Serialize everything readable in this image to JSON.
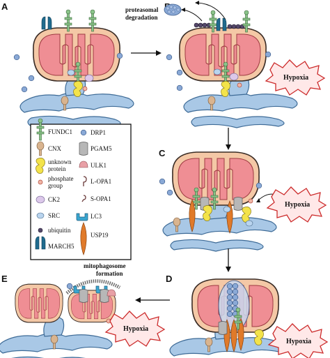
{
  "panels": {
    "a": "A",
    "b": "B",
    "c": "C",
    "d": "D",
    "e": "E"
  },
  "annotations": {
    "proteasomal_line1": "proteasomal",
    "proteasomal_line2": "degradation",
    "mitophagosome_line1": "mitophagosome",
    "mitophagosome_line2": "formation"
  },
  "hypoxia_label": "Hypoxia",
  "legend": {
    "left": [
      {
        "label": "FUNDC1",
        "icon": "fundc1-icon"
      },
      {
        "label": "CNX",
        "icon": "cnx-icon"
      },
      {
        "label": "unknown protein",
        "line1": "unknown",
        "line2": "protein",
        "icon": "unknown-protein-icon"
      },
      {
        "label": "phosphate group",
        "line1": "phosphate",
        "line2": "group",
        "icon": "phosphate-icon"
      },
      {
        "label": "CK2",
        "icon": "ck2-icon"
      },
      {
        "label": "SRC",
        "icon": "src-icon"
      },
      {
        "label": "ubiquitin",
        "icon": "ubiquitin-icon"
      },
      {
        "label": "MARCH5",
        "icon": "march5-icon"
      }
    ],
    "right": [
      {
        "label": "DRP1",
        "icon": "drp1-icon"
      },
      {
        "label": "PGAM5",
        "icon": "pgam5-icon"
      },
      {
        "label": "ULK1",
        "icon": "ulk1-icon"
      },
      {
        "label": "L-OPA1",
        "icon": "l-opa1-icon"
      },
      {
        "label": "S-OPA1",
        "icon": "s-opa1-icon"
      },
      {
        "label": "LC3",
        "icon": "lc3-icon"
      },
      {
        "label": "USP19",
        "icon": "usp19-icon"
      }
    ]
  },
  "colors": {
    "mito_outer": "#f4c8a6",
    "mito_inner": "#ef8e94",
    "er": "#a9c8e6",
    "fundc1": "#8bc48a",
    "cnx": "#d9b48f",
    "unknown_protein": "#f3e34a",
    "march5": "#1f6b8e",
    "drp1": "#8aa9d6",
    "usp19": "#e07a2a",
    "pgam5": "#b7b7b7",
    "hypoxia_fill": "#ffe8e8",
    "hypoxia_stroke": "#cc2b2b"
  }
}
